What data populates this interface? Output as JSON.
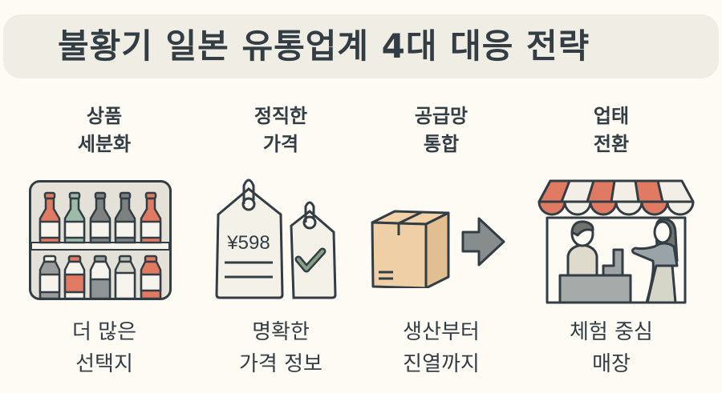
{
  "title": "불황기 일본 유통업계 4대 대응 전략",
  "strategies": [
    {
      "heading_line1": "상품",
      "heading_line2": "세분화",
      "icon": "bottle-shelf-icon",
      "caption_line1": "더 많은",
      "caption_line2": "선택지"
    },
    {
      "heading_line1": "정직한",
      "heading_line2": "가격",
      "icon": "price-tag-icon",
      "price_label": "¥598",
      "caption_line1": "명확한",
      "caption_line2": "가격 정보"
    },
    {
      "heading_line1": "공급망",
      "heading_line2": "통합",
      "icon": "box-arrow-icon",
      "caption_line1": "생산부터",
      "caption_line2": "진열까지"
    },
    {
      "heading_line1": "업태",
      "heading_line2": "전환",
      "icon": "storefront-icon",
      "caption_line1": "체험 중심",
      "caption_line2": "매장"
    }
  ],
  "colors": {
    "background": "#fdfbf4",
    "title_box": "#efede4",
    "ink": "#333d44",
    "accent_red": "#e07a63",
    "accent_green": "#9dbba6",
    "gray": "#7d8280",
    "box_tan": "#efcfa6"
  }
}
